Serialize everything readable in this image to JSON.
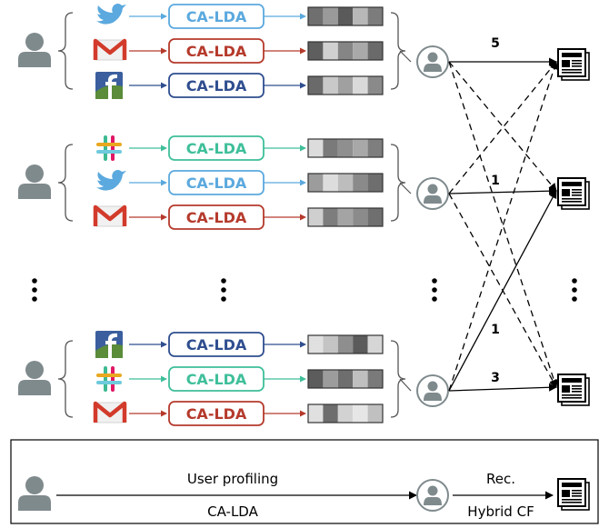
{
  "model_label": "CA-LDA",
  "colors": {
    "twitter": "#5ba9de",
    "gmail": "#b53a2c",
    "facebook": "#2f4e8f",
    "slack": "#3fbf9a",
    "person": "#7f8a8d",
    "edge": "#000000"
  },
  "groups": [
    {
      "rows": [
        {
          "service": "twitter",
          "icon": "twitter-bird-icon",
          "topic_shades": [
            "#6f6f6f",
            "#9a9a9a",
            "#5a5a5a",
            "#b8b8b8",
            "#7c7c7c"
          ]
        },
        {
          "service": "gmail",
          "icon": "gmail-envelope-icon",
          "topic_shades": [
            "#5e5e5e",
            "#d0d0d0",
            "#858585",
            "#a9a9a9",
            "#6a6a6a"
          ]
        },
        {
          "service": "facebook",
          "icon": "facebook-icon",
          "topic_shades": [
            "#6a6a6a",
            "#c9c9c9",
            "#a0a0a0",
            "#dadada",
            "#8a8a8a"
          ]
        }
      ]
    },
    {
      "rows": [
        {
          "service": "slack",
          "icon": "slack-icon",
          "topic_shades": [
            "#dcdcdc",
            "#7a7a7a",
            "#8f8f8f",
            "#a8a8a8",
            "#7e7e7e"
          ]
        },
        {
          "service": "twitter",
          "icon": "twitter-bird-icon",
          "topic_shades": [
            "#9c9c9c",
            "#dddddd",
            "#bdbdbd",
            "#8a8a8a",
            "#6e6e6e"
          ]
        },
        {
          "service": "gmail",
          "icon": "gmail-envelope-icon",
          "topic_shades": [
            "#cfcfcf",
            "#7d7d7d",
            "#a4a4a4",
            "#8b8b8b",
            "#6f6f6f"
          ]
        }
      ]
    },
    {
      "rows": [
        {
          "service": "facebook",
          "icon": "facebook-icon",
          "topic_shades": [
            "#e0e0e0",
            "#c4c4c4",
            "#8e8e8e",
            "#5b5b5b",
            "#d6d6d6"
          ]
        },
        {
          "service": "slack",
          "icon": "slack-icon",
          "topic_shades": [
            "#5c5c5c",
            "#9c9c9c",
            "#6e6e6e",
            "#bfbfbf",
            "#7a7a7a"
          ]
        },
        {
          "service": "gmail",
          "icon": "gmail-envelope-icon",
          "topic_shades": [
            "#e0e0e0",
            "#6d6d6d",
            "#d2d2d2",
            "#e6e6e6",
            "#c0c0c0"
          ]
        }
      ]
    }
  ],
  "edges": [
    {
      "from": 0,
      "to": 0,
      "style": "solid",
      "label": "5"
    },
    {
      "from": 0,
      "to": 1,
      "style": "dashed",
      "label": ""
    },
    {
      "from": 0,
      "to": 2,
      "style": "dashed",
      "label": ""
    },
    {
      "from": 1,
      "to": 0,
      "style": "dashed",
      "label": ""
    },
    {
      "from": 1,
      "to": 1,
      "style": "solid",
      "label": "1"
    },
    {
      "from": 1,
      "to": 2,
      "style": "dashed",
      "label": ""
    },
    {
      "from": 2,
      "to": 0,
      "style": "dashed",
      "label": ""
    },
    {
      "from": 2,
      "to": 1,
      "style": "solid",
      "label": "1"
    },
    {
      "from": 2,
      "to": 2,
      "style": "solid",
      "label": "3"
    }
  ],
  "legend": {
    "profiling_label": "User profiling",
    "model_label": "CA-LDA",
    "rec_label": "Rec.",
    "method_label": "Hybrid CF"
  }
}
